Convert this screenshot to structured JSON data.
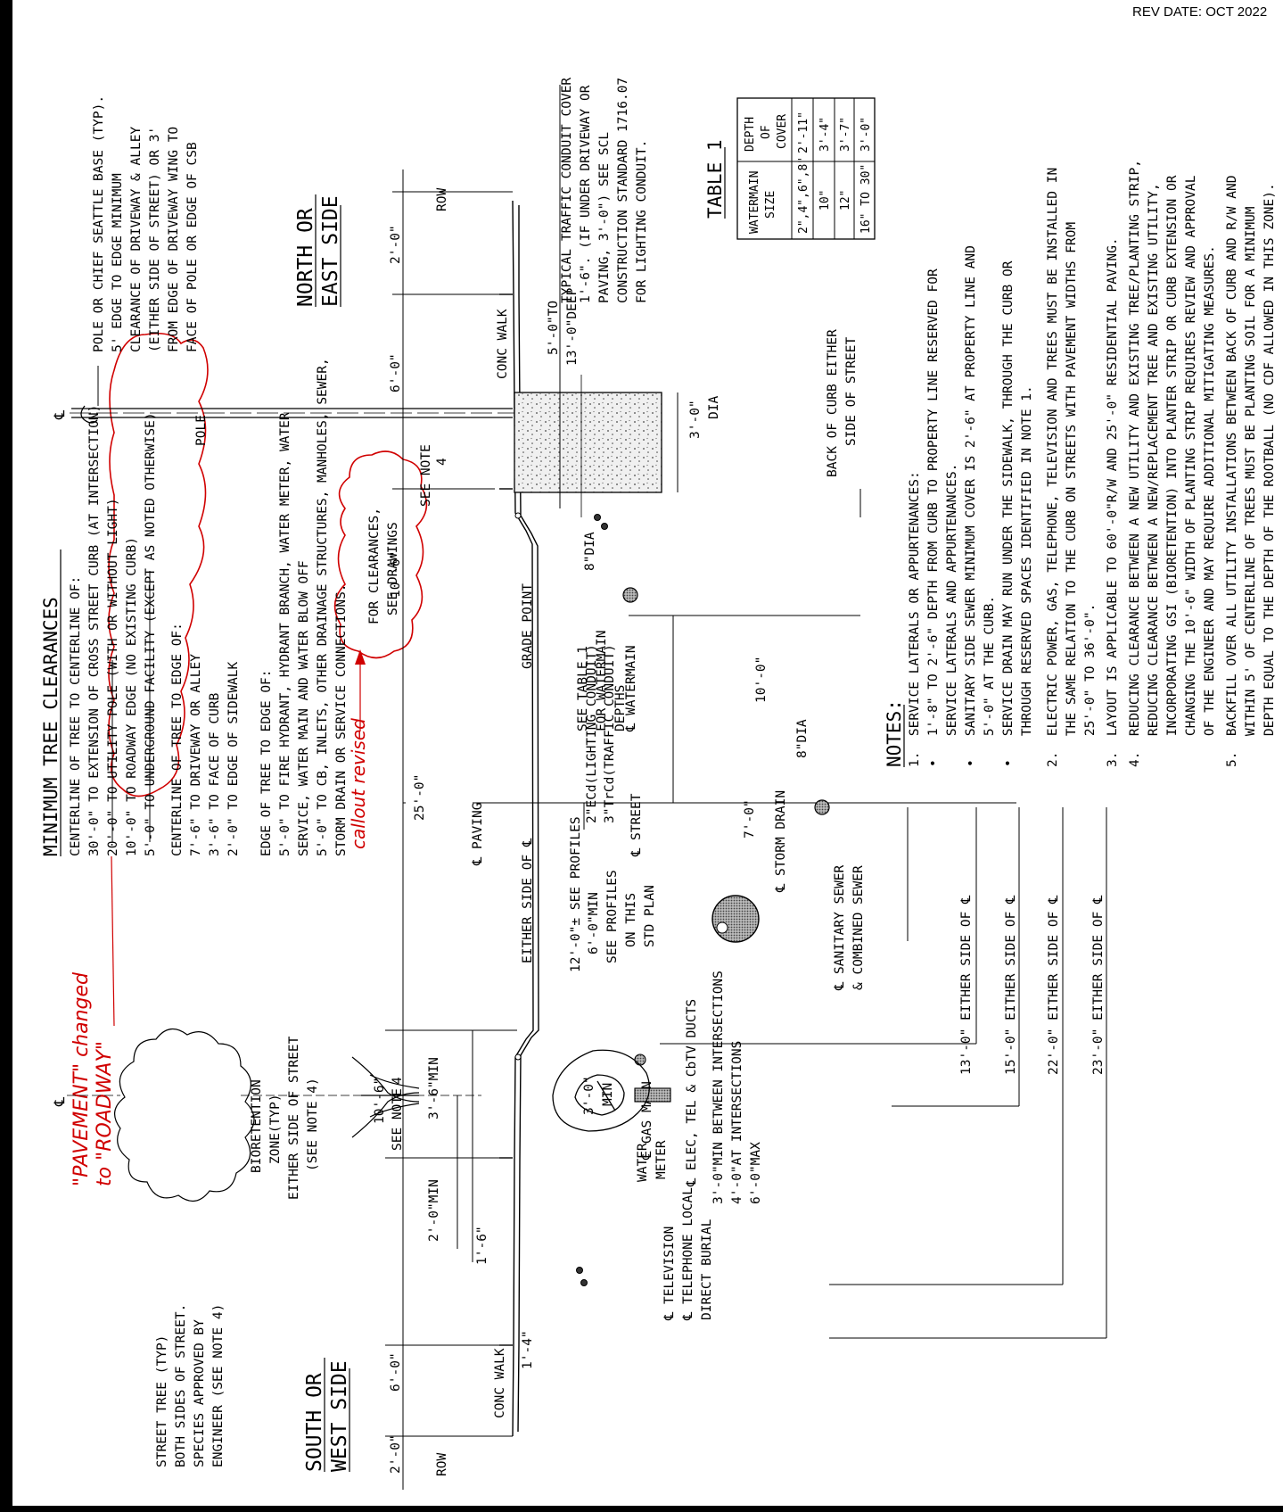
{
  "revision": "REV DATE: OCT 2022",
  "callouts": {
    "pavement_1": "\"PAVEMENT\" changed",
    "pavement_2": "to \"ROADWAY\"",
    "revised": "callout revised"
  },
  "title": "MINIMUM TREE CLEARANCES",
  "clearances": {
    "cl_head": "CENTERLINE OF TREE TO CENTERLINE OF:",
    "cl_lines": [
      "30'-0\" TO EXTENSION OF CROSS STREET CURB (AT INTERSECTION)",
      "20'-0\" TO UTILITY POLE (WITH OR WITHOUT LIGHT)",
      "10'-0\" TO ROADWAY EDGE (NO EXISTING CURB)",
      "5'-0\" TO UNDERGROUND FACILITY (EXCEPT AS NOTED OTHERWISE)"
    ],
    "edge_head": "CENTERLINE OF TREE TO EDGE OF:",
    "edge_lines": [
      "7'-6\" TO DRIVEWAY OR ALLEY",
      "3'-6\" TO FACE OF CURB",
      "2'-0\" TO EDGE OF SIDEWALK"
    ],
    "tree_head": "EDGE OF TREE TO EDGE OF:",
    "tree_lines": [
      "5'-0\" TO FIRE HYDRANT, HYDRANT BRANCH, WATER METER, WATER",
      "SERVICE, WATER MAIN AND WATER BLOW OFF",
      "5'-0\" TO CB, INLETS, OTHER DRAINAGE STRUCTURES, MANHOLES, SEWER,",
      "STORM DRAIN OR SERVICE CONNECTIONS."
    ]
  },
  "street_tree": [
    "STREET TREE (TYP)",
    "BOTH SIDES OF STREET.",
    "SPECIES APPROVED BY",
    "ENGINEER (SEE NOTE 4)"
  ],
  "bioretention": [
    "BIORETENTION",
    "ZONE(TYP)",
    "EITHER SIDE OF STREET",
    "(SEE NOTE 4)"
  ],
  "south_side": [
    "SOUTH OR",
    "WEST SIDE"
  ],
  "north_side": [
    "NORTH OR",
    "EAST SIDE"
  ],
  "pole_text": [
    "POLE OR CHIEF SEATTLE BASE (TYP).",
    "5' EDGE TO EDGE MINIMUM",
    "CLEARANCE OF DRIVEWAY & ALLEY",
    "(EITHER SIDE OF STREET) OR 3'",
    "FROM EDGE OF DRIVEWAY WING TO",
    "FACE OF POLE OR EDGE OF CSB"
  ],
  "conduit_text": [
    "TYPICAL TRAFFIC CONDUIT COVER",
    "1'-6\". (IF UNDER DRIVEWAY OR",
    "PAVING, 3'-0\") SEE SCL",
    "CONSTRUCTION STANDARD 1716.07",
    "FOR LIGHTING CONDUIT."
  ],
  "table": {
    "title": "TABLE 1",
    "h1": [
      "WATERMAIN",
      "SIZE"
    ],
    "h2": [
      "DEPTH",
      "OF",
      "COVER"
    ],
    "rows": [
      [
        "2\",4\",6\",8\"",
        "2'-11\""
      ],
      [
        "10\"",
        "3'-4\""
      ],
      [
        "12\"",
        "3'-7\""
      ],
      [
        "16\" TO 30\"",
        "3'-0\""
      ]
    ]
  },
  "labels": {
    "pole": "POLE",
    "cl": "℄",
    "row": "ROW",
    "conc_walk": "CONC WALK",
    "see_note4": [
      "SEE NOTE",
      "4"
    ],
    "dim_2": "2'-0\"",
    "dim_6": "6'-0\"",
    "dim_10_6": "10'-6\"",
    "deep": [
      "5'-0\"TO",
      "13'-0\"DEEP"
    ],
    "dia3": [
      "3'-0\"",
      "DIA"
    ],
    "back_curb": [
      "BACK OF CURB EITHER",
      "SIDE OF STREET"
    ],
    "lighting": "2\"ECd(LIGHTING CONDUIT)",
    "traffic": "3\"TrCd(TRAFFIC CONDUIT)",
    "dia8": "8\"DIA",
    "watermain": "℄ WATERMAIN",
    "grade": "GRADE POINT",
    "for_clear": [
      "FOR CLEARANCES,",
      "SEE DRAWINGS"
    ],
    "see_table": [
      "SEE TABLE 1",
      "FOR WATERMAIN",
      "DEPTHS"
    ],
    "dim_10": "10'-0\"",
    "dim_25": "25'-0\"",
    "paving": "℄ PAVING",
    "street": "℄ STREET",
    "sanitary": [
      "℄ SANITARY SEWER",
      "& COMBINED SEWER"
    ],
    "dim_12": "12'-0\"±   SEE PROFILES",
    "storm_profiles": [
      "6'-0\"MIN",
      "SEE PROFILES",
      "ON THIS",
      "STD PLAN"
    ],
    "storm": "℄ STORM DRAIN",
    "dim_7": "7'-0\"",
    "either": "EITHER SIDE OF ℄",
    "either_13": "13'-0\" EITHER SIDE OF ℄",
    "either_15": "15'-0\" EITHER SIDE OF ℄",
    "either_22": "22'-0\" EITHER SIDE OF ℄",
    "either_23": "23'-0\" EITHER SIDE OF ℄",
    "gas": "℄ GAS MAIN",
    "min3": [
      "3'-0\"",
      "MIN"
    ],
    "elec": "℄ ELEC, TEL & CbTV DUCTS",
    "meter_dist": [
      "3'-0\"MIN BETWEEN INTERSECTIONS",
      "4'-0\"AT INTERSECTIONS",
      "6'-0\"MAX"
    ],
    "water_meter": [
      "WATER",
      "METER"
    ],
    "dim_3_6min": "3'-6\"MIN",
    "dim_2_0min": "2'-0\"MIN",
    "dim_1_6": "1'-6\"",
    "dim_1_4": "1'-4\"",
    "tv": "℄ TELEVISION",
    "tel": "℄ TELEPHONE LOCAL",
    "direct": "DIRECT BURIAL"
  },
  "notes": {
    "title": "NOTES:",
    "lines": [
      "1.  SERVICE LATERALS OR APPURTENANCES:",
      "•   1'-8\" TO 2'-6\" DEPTH FROM CURB TO PROPERTY LINE RESERVED FOR",
      "    SERVICE LATERALS AND APPURTENANCES.",
      "•   SANITARY SIDE SEWER MINIMUM COVER IS 2'-6\" AT PROPERTY LINE AND",
      "    5'-0\" AT THE CURB.",
      "•   SERVICE DRAIN MAY RUN UNDER THE SIDEWALK, THROUGH THE CURB OR",
      "    THROUGH RESERVED SPACES IDENTIFIED IN NOTE 1.",
      "2.  ELECTRIC POWER, GAS, TELEPHONE, TELEVISION AND TREES MUST BE INSTALLED IN",
      "    THE SAME RELATION TO THE CURB ON STREETS WITH PAVEMENT WIDTHS FROM",
      "    25'-0\" TO 36'-0\".",
      "3.  LAYOUT IS APPLICABLE TO 60'-0\"R/W AND 25'-0\" RESIDENTIAL PAVING.",
      "4.  REDUCING CLEARANCE BETWEEN A NEW UTILITY AND EXISTING TREE/PLANTING STRIP,",
      "    REDUCING CLEARANCE BETWEEN A NEW/REPLACEMENT TREE AND EXISTING UTILITY,",
      "    INCORPORATING GSI (BIORETENTION) INTO PLANTER STRIP OR CURB EXTENSION OR",
      "    CHANGING THE 10'-6\" WIDTH OF PLANTING STRIP REQUIRES REVIEW AND APPROVAL",
      "    OF THE ENGINEER AND MAY REQUIRE ADDITIONAL MITIGATING MEASURES.",
      "5.  BACKFILL OVER ALL UTILITY INSTALLATIONS BETWEEN BACK OF CURB AND R/W AND",
      "    WITHIN 5' OF CENTERLINE OF TREES MUST BE PLANTING SOIL FOR A MINIMUM",
      "    DEPTH EQUAL TO THE DEPTH OF THE ROOTBALL (NO CDF ALLOWED IN THIS ZONE)."
    ]
  }
}
